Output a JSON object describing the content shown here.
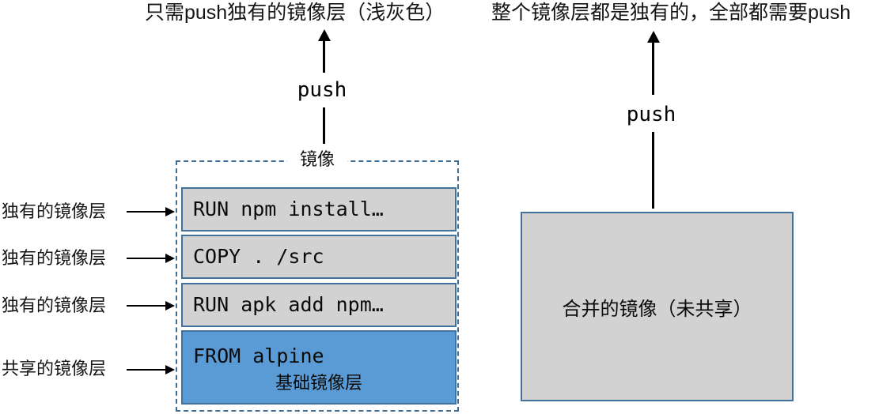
{
  "captions": {
    "left": "只需push独有的镜像层（浅灰色）",
    "right": "整个镜像层都是独有的，全部都需要push"
  },
  "left_diagram": {
    "push_label": "push",
    "box_title": "镜像",
    "layers": [
      {
        "command": "RUN npm install…",
        "side_label": "独有的镜像层"
      },
      {
        "command": "COPY . /src",
        "side_label": "独有的镜像层"
      },
      {
        "command": "RUN apk add npm…",
        "side_label": "独有的镜像层"
      },
      {
        "command": "FROM alpine",
        "caption": "基础镜像层",
        "side_label": "共享的镜像层"
      }
    ]
  },
  "right_diagram": {
    "push_label": "push",
    "box_label": "合并的镜像（未共享）"
  },
  "colors": {
    "unique_layer_fill": "#d2d2d2",
    "shared_layer_fill": "#5b9bd5",
    "layer_border": "#41719c",
    "dashed_border": "#3e6d96",
    "merged_box_fill": "#d2d2d2",
    "merged_box_border": "#41719c",
    "arrow_color": "#000000"
  }
}
